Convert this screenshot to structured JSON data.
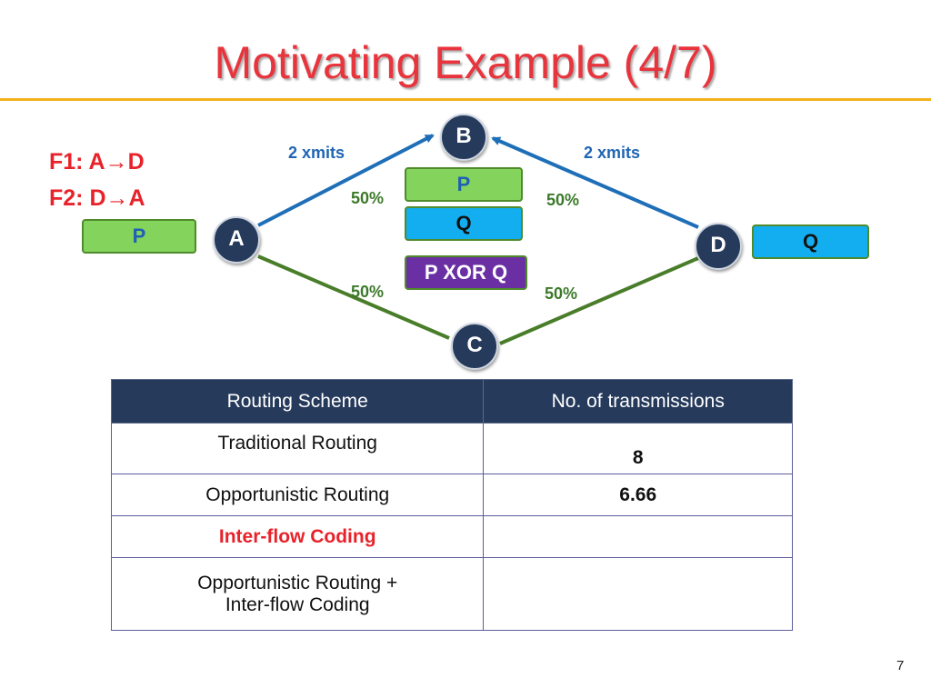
{
  "title": "Motivating Example (4/7)",
  "flows": [
    "F1: A→D",
    "F2: D→A"
  ],
  "nodes": {
    "a": "A",
    "b": "B",
    "c": "C",
    "d": "D"
  },
  "packets": {
    "p_a": "P",
    "q_d": "Q",
    "p_mid": "P",
    "q_mid": "Q",
    "xor_mid": "P XOR Q"
  },
  "link_labels": {
    "ab_xmits": "2 xmits",
    "bd_xmits": "2 xmits",
    "ab_pct": "50%",
    "bd_pct": "50%",
    "ac_pct": "50%",
    "cd_pct": "50%"
  },
  "colors": {
    "title": "#e8343c",
    "node": "#263a5c",
    "link_blue": "#1f6fb8",
    "link_green": "#4a7d2a",
    "accent_rule": "#f2b21c"
  },
  "table": {
    "headers": [
      "Routing Scheme",
      "No. of transmissions"
    ],
    "rows": [
      {
        "scheme": "Traditional Routing",
        "value": "8"
      },
      {
        "scheme": "Opportunistic Routing",
        "value": "6.66"
      },
      {
        "scheme": "Inter-flow Coding",
        "value": ""
      },
      {
        "scheme_line1": "Opportunistic Routing +",
        "scheme_line2": "Inter-flow Coding",
        "value": ""
      }
    ]
  },
  "page_number": "7"
}
